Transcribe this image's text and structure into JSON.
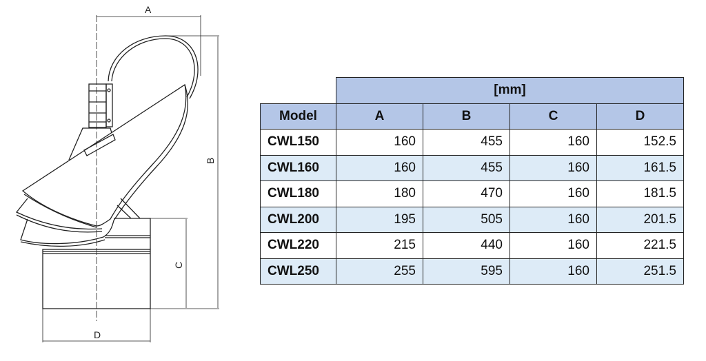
{
  "drawing": {
    "dimension_labels": {
      "a": "A",
      "b": "B",
      "c": "C",
      "d": "D"
    }
  },
  "table": {
    "unit_header": "[mm]",
    "columns": [
      "Model",
      "A",
      "B",
      "C",
      "D"
    ],
    "rows": [
      [
        "CWL150",
        "160",
        "455",
        "160",
        "152.5"
      ],
      [
        "CWL160",
        "160",
        "455",
        "160",
        "161.5"
      ],
      [
        "CWL180",
        "180",
        "470",
        "160",
        "181.5"
      ],
      [
        "CWL200",
        "195",
        "505",
        "160",
        "201.5"
      ],
      [
        "CWL220",
        "215",
        "440",
        "160",
        "221.5"
      ],
      [
        "CWL250",
        "255",
        "595",
        "160",
        "251.5"
      ]
    ]
  },
  "colors": {
    "header_bg": "#b4c6e7",
    "alt_row_bg": "#ddebf7"
  }
}
